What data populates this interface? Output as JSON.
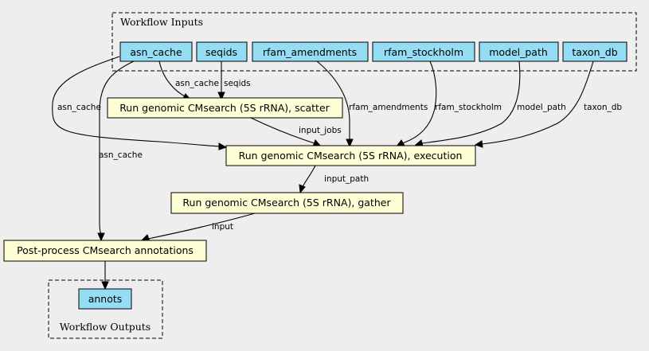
{
  "clusters": {
    "inputs_label": "Workflow Inputs",
    "outputs_label": "Workflow Outputs"
  },
  "inputs": {
    "asn_cache": "asn_cache",
    "seqids": "seqids",
    "rfam_amendments": "rfam_amendments",
    "rfam_stockholm": "rfam_stockholm",
    "model_path": "model_path",
    "taxon_db": "taxon_db"
  },
  "steps": {
    "scatter": "Run genomic CMsearch (5S rRNA), scatter",
    "execution": "Run genomic CMsearch (5S rRNA), execution",
    "gather": "Run genomic CMsearch (5S rRNA), gather",
    "postprocess": "Post-process CMsearch annotations"
  },
  "outputs": {
    "annots": "annots"
  },
  "edges": {
    "asn_cache_to_scatter": "asn_cache",
    "seqids_to_scatter": "seqids",
    "asn_cache_to_execution": "asn_cache",
    "asn_cache_to_postprocess": "asn_cache",
    "rfam_amendments_to_execution": "rfam_amendments",
    "rfam_stockholm_to_execution": "rfam_stockholm",
    "model_path_to_execution": "model_path",
    "taxon_db_to_execution": "taxon_db",
    "scatter_to_execution": "input_jobs",
    "execution_to_gather": "input_path",
    "gather_to_postprocess": "input"
  }
}
